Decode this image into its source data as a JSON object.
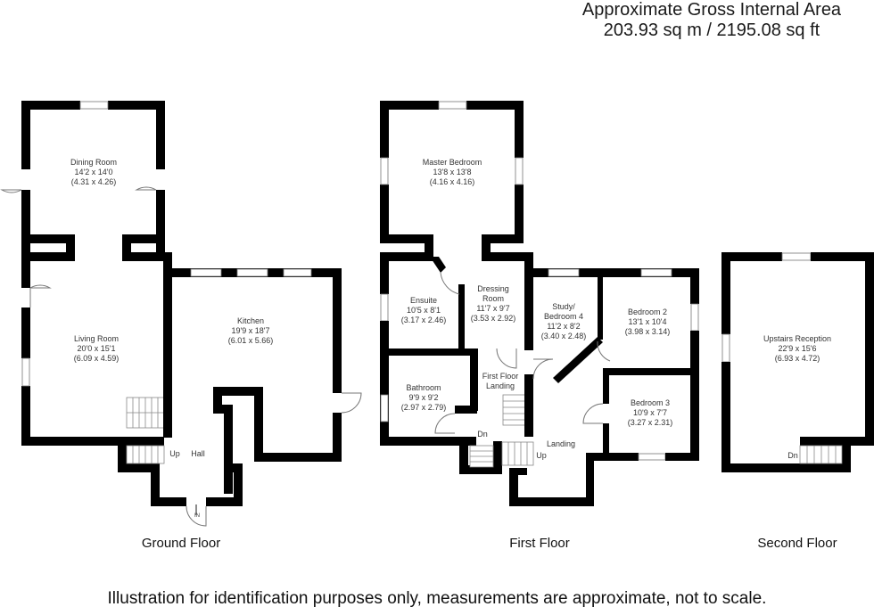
{
  "header": {
    "title": "Approximate Gross Internal Area",
    "area": "203.93 sq m / 2195.08 sq ft"
  },
  "floors": [
    {
      "label": "Ground Floor",
      "rooms": [
        {
          "name": "Dining Room",
          "imperial": "14'2 x 14'0",
          "metric": "(4.31 x 4.26)"
        },
        {
          "name": "Living Room",
          "imperial": "20'0 x 15'1",
          "metric": "(6.09 x 4.59)"
        },
        {
          "name": "Kitchen",
          "imperial": "19'9 x 18'7",
          "metric": "(6.01 x 5.66)"
        },
        {
          "name": "Hall"
        }
      ],
      "annotations": {
        "stairs_up": "Up",
        "entrance": "IN"
      }
    },
    {
      "label": "First Floor",
      "rooms": [
        {
          "name": "Master Bedroom",
          "imperial": "13'8 x 13'8",
          "metric": "(4.16 x 4.16)"
        },
        {
          "name": "Ensuite",
          "imperial": "10'5 x 8'1",
          "metric": "(3.17 x 2.46)"
        },
        {
          "name": "Dressing Room",
          "name_line1": "Dressing",
          "name_line2": "Room",
          "imperial": "11'7 x 9'7",
          "metric": "(3.53 x 2.92)"
        },
        {
          "name": "Study/ Bedroom 4",
          "name_line1": "Study/",
          "name_line2": "Bedroom 4",
          "imperial": "11'2 x 8'2",
          "metric": "(3.40 x 2.48)"
        },
        {
          "name": "Bedroom 2",
          "imperial": "13'1 x 10'4",
          "metric": "(3.98 x 3.14)"
        },
        {
          "name": "Bathroom",
          "imperial": "9'9 x 9'2",
          "metric": "(2.97 x 2.79)"
        },
        {
          "name": "First Floor Landing",
          "name_line1": "First Floor",
          "name_line2": "Landing"
        },
        {
          "name": "Bedroom 3",
          "imperial": "10'9 x 7'7",
          "metric": "(3.27 x 2.31)"
        },
        {
          "name": "Landing"
        }
      ],
      "annotations": {
        "stairs_down": "Dn",
        "stairs_up": "Up"
      }
    },
    {
      "label": "Second Floor",
      "rooms": [
        {
          "name": "Upstairs Reception",
          "imperial": "22'9 x 15'6",
          "metric": "(6.93 x 4.72)"
        }
      ],
      "annotations": {
        "stairs_down": "Dn"
      }
    }
  ],
  "footer": {
    "disclaimer": "Illustration for identification purposes only, measurements are approximate, not to scale."
  }
}
